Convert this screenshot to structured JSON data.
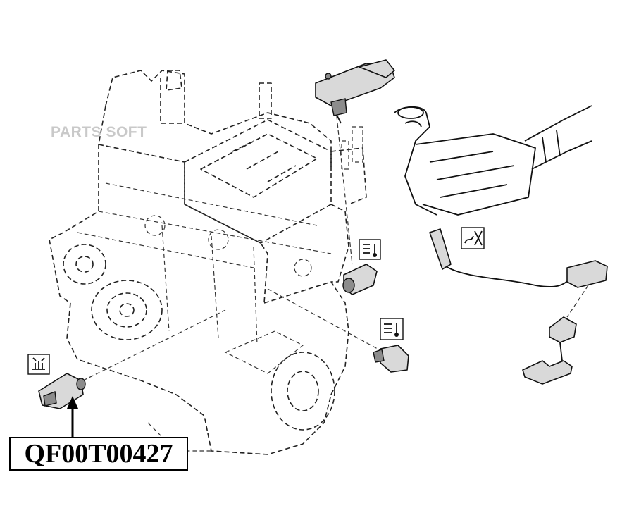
{
  "watermark": {
    "text": "PARTS SOFT"
  },
  "part_number": {
    "text": "QF00T00427"
  },
  "icons": [
    {
      "id": "knock-sensor-symbol",
      "icon": "knock-sensor-icon"
    },
    {
      "id": "pressure-sensor-symbol",
      "icon": "pressure-temperature-icon"
    },
    {
      "id": "coolant-temp-symbol",
      "icon": "coolant-temperature-icon"
    },
    {
      "id": "oxygen-sensor-symbol",
      "icon": "exhaust-sensor-icon"
    }
  ],
  "colors": {
    "line": "#111111",
    "part_fill": "#d9d9d9",
    "watermark": "#c9c9c9"
  }
}
